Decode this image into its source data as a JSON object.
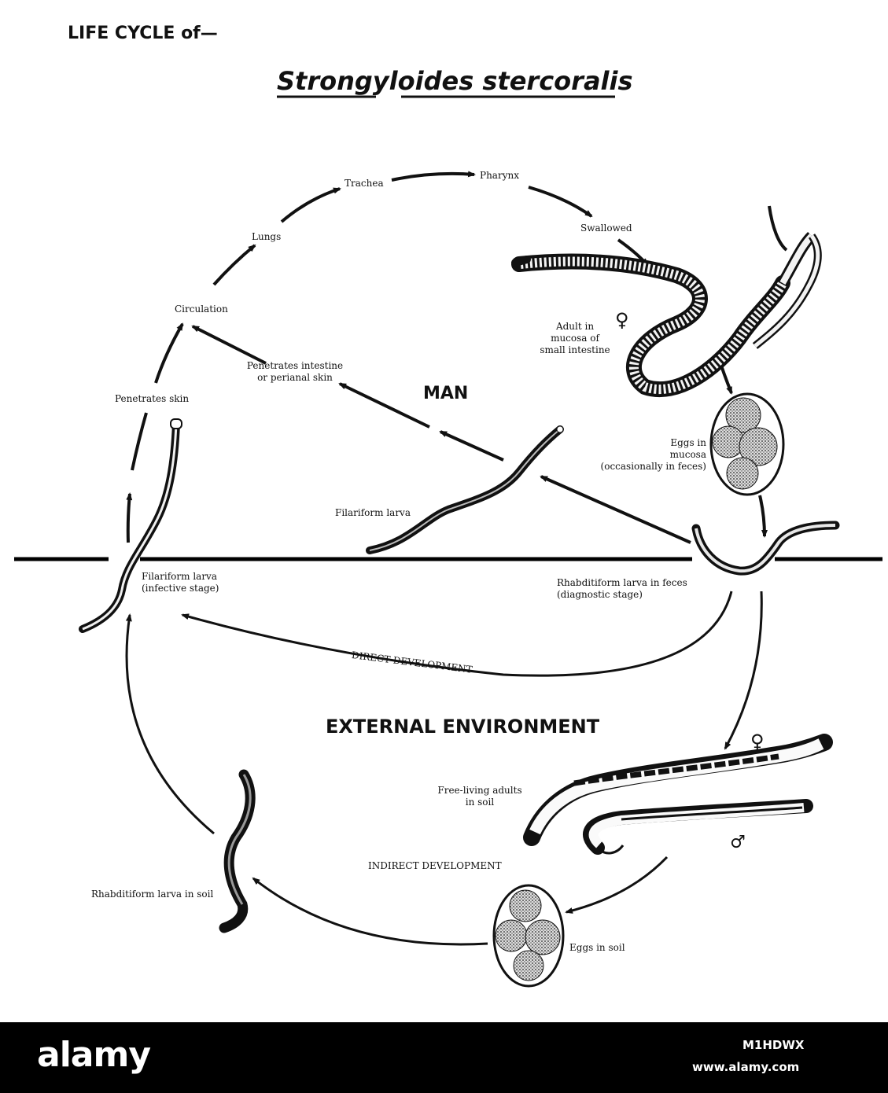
{
  "header": {
    "title_prefix": "LIFE CYCLE of—",
    "title_species": "Strongyloides stercoralis"
  },
  "sections": {
    "man": "MAN",
    "external": "EXTERNAL ENVIRONMENT"
  },
  "labels": {
    "trachea": "Trachea",
    "pharynx": "Pharynx",
    "swallowed": "Swallowed",
    "lungs": "Lungs",
    "circulation": "Circulation",
    "penetrates_intestine_1": "Penetrates intestine",
    "penetrates_intestine_2": "or perianal skin",
    "penetrates_skin": "Penetrates skin",
    "adult_1": "Adult in",
    "adult_2": "mucosa of",
    "adult_3": "small intestine",
    "eggs_mucosa_1": "Eggs in",
    "eggs_mucosa_2": "mucosa",
    "eggs_mucosa_3": "(occasionally in feces)",
    "filariform_man": "Filariform larva",
    "filariform_infective_1": "Filariform larva",
    "filariform_infective_2": "(infective stage)",
    "rhabditiform_feces_1": "Rhabditiform larva in feces",
    "rhabditiform_feces_2": "(diagnostic stage)",
    "direct_development": "DIRECT DEVELOPMENT",
    "free_living_1": "Free-living adults",
    "free_living_2": "in soil",
    "indirect_development": "INDIRECT DEVELOPMENT",
    "rhabditiform_soil": "Rhabditiform larva in soil",
    "eggs_soil": "Eggs in soil"
  },
  "symbols": {
    "female_adult": "♀",
    "female_free": "♀",
    "male_free": "♂"
  },
  "footer": {
    "logo": "alamy",
    "image_id": "M1HDWX",
    "url": "www.alamy.com"
  }
}
